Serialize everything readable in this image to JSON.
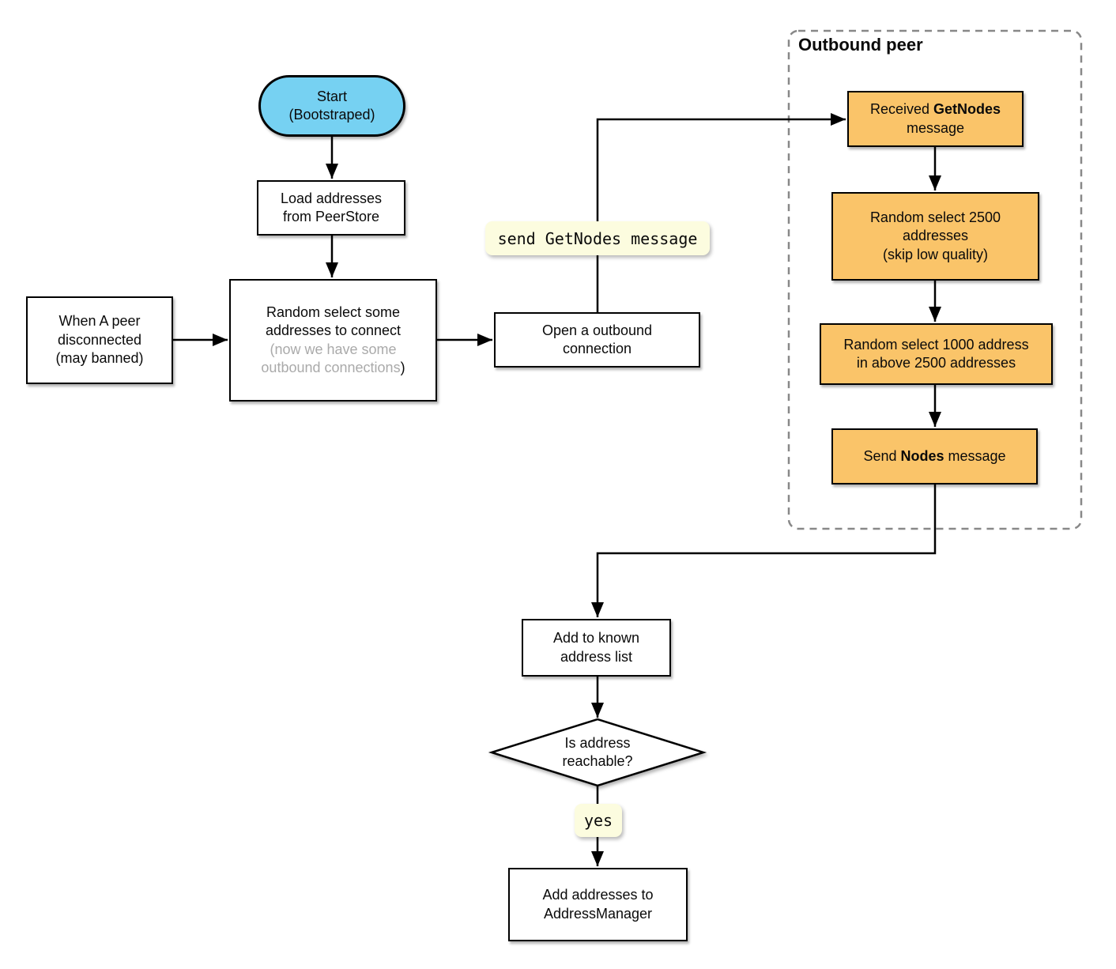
{
  "diagram": {
    "group": {
      "title": "Outbound peer"
    },
    "nodes": {
      "start": {
        "line1": "Start",
        "line2": "(Bootstraped)"
      },
      "load_peerstore": {
        "line1": "Load addresses",
        "line2": "from PeerStore"
      },
      "when_disconnected": {
        "line1": "When A peer",
        "line2": "disconnected",
        "line3": "(may banned)"
      },
      "random_select_connect": {
        "line1": "Random select some",
        "line2": "addresses to connect",
        "note": "(now we have some outbound connections",
        "note_close": ")"
      },
      "open_outbound": {
        "line1": "Open a outbound",
        "line2": "connection"
      },
      "received_getnodes": {
        "pre": "Received ",
        "bold": "GetNodes",
        "line2": "message"
      },
      "random_2500": {
        "line1": "Random select 2500",
        "line2": "addresses",
        "line3": "(skip low quality)"
      },
      "random_1000": {
        "line1": "Random select 1000 address",
        "line2": "in above 2500 addresses"
      },
      "send_nodes": {
        "pre": "Send ",
        "bold": "Nodes",
        "post": " message"
      },
      "add_known": {
        "line1": "Add to known",
        "line2": "address list"
      },
      "is_reachable": {
        "line1": "Is address",
        "line2": "reachable?"
      },
      "add_addressmanager": {
        "line1": "Add addresses to",
        "line2": "AddressManager"
      }
    },
    "edge_labels": {
      "send_getnodes": "send GetNodes message",
      "yes": "yes"
    },
    "colors": {
      "start_fill": "#76d1f2",
      "peer_box_fill": "#fac469",
      "label_fill": "#fcfcdf",
      "note_text": "#aaaaaa",
      "dashed_border": "#888888"
    }
  }
}
